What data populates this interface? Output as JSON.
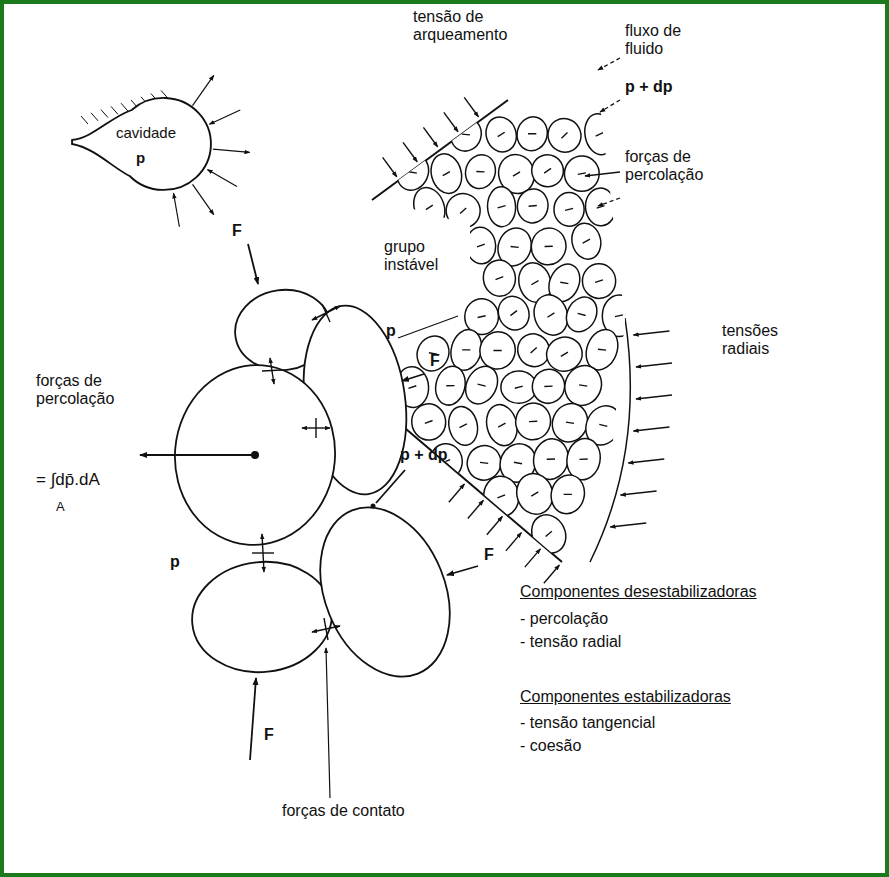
{
  "diagram": {
    "nodes": [
      {
        "text": [
          "cavidade",
          "p"
        ]
      }
    ],
    "labels": [
      "tensão de arqueamento",
      "fluxo de fluido",
      "p + dp",
      "forças de percolação",
      "grupo instável",
      "p",
      "tensões radiais",
      "F",
      "F",
      "F",
      "F",
      "forças de percolação",
      "= ∫dp̄.dA",
      "A",
      "p",
      "p + dp",
      "forças de contato",
      "Componentes desestabilizadoras",
      "- percolação",
      "- tensão radial",
      "Componentes estabilizadoras",
      "- tensão tangencial",
      "- coesão"
    ]
  }
}
